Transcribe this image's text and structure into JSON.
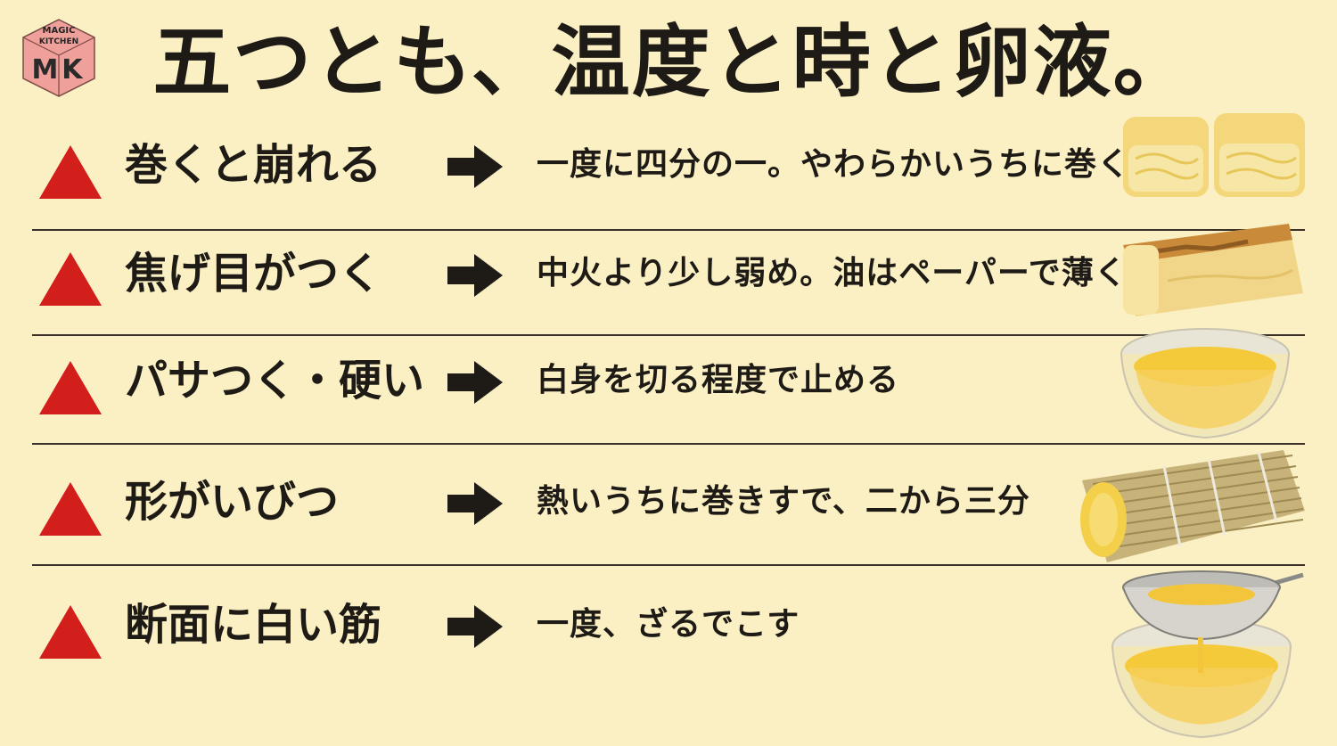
{
  "logo": {
    "line1": "MAGIC",
    "line2": "KITCHEN",
    "initials": "MK"
  },
  "title": "五つとも、温度と時と卵液。",
  "rows": [
    {
      "problem": "巻くと崩れる",
      "solution": "一度に四分の一。やわらかいうちに巻く",
      "image": "sliced-tamagoyaki"
    },
    {
      "problem": "焦げ目がつく",
      "solution": "中火より少し弱め。油はペーパーで薄く",
      "image": "browned-tamagoyaki"
    },
    {
      "problem": "パサつく・硬い",
      "solution": "白身を切る程度で止める",
      "image": "egg-mixture-bowl"
    },
    {
      "problem": "形がいびつ",
      "solution": "熱いうちに巻きすで、二から三分",
      "image": "bamboo-mat-roll"
    },
    {
      "problem": "断面に白い筋",
      "solution": "一度、ざるでこす",
      "image": "strainer-over-bowl"
    }
  ],
  "colors": {
    "background": "#fbf0c3",
    "warning_red": "#d21f1b",
    "text": "#1e1a16",
    "logo_pink": "#f0a09a"
  },
  "icons": {
    "warning": "warning-triangle-icon",
    "arrow": "right-arrow-icon"
  }
}
